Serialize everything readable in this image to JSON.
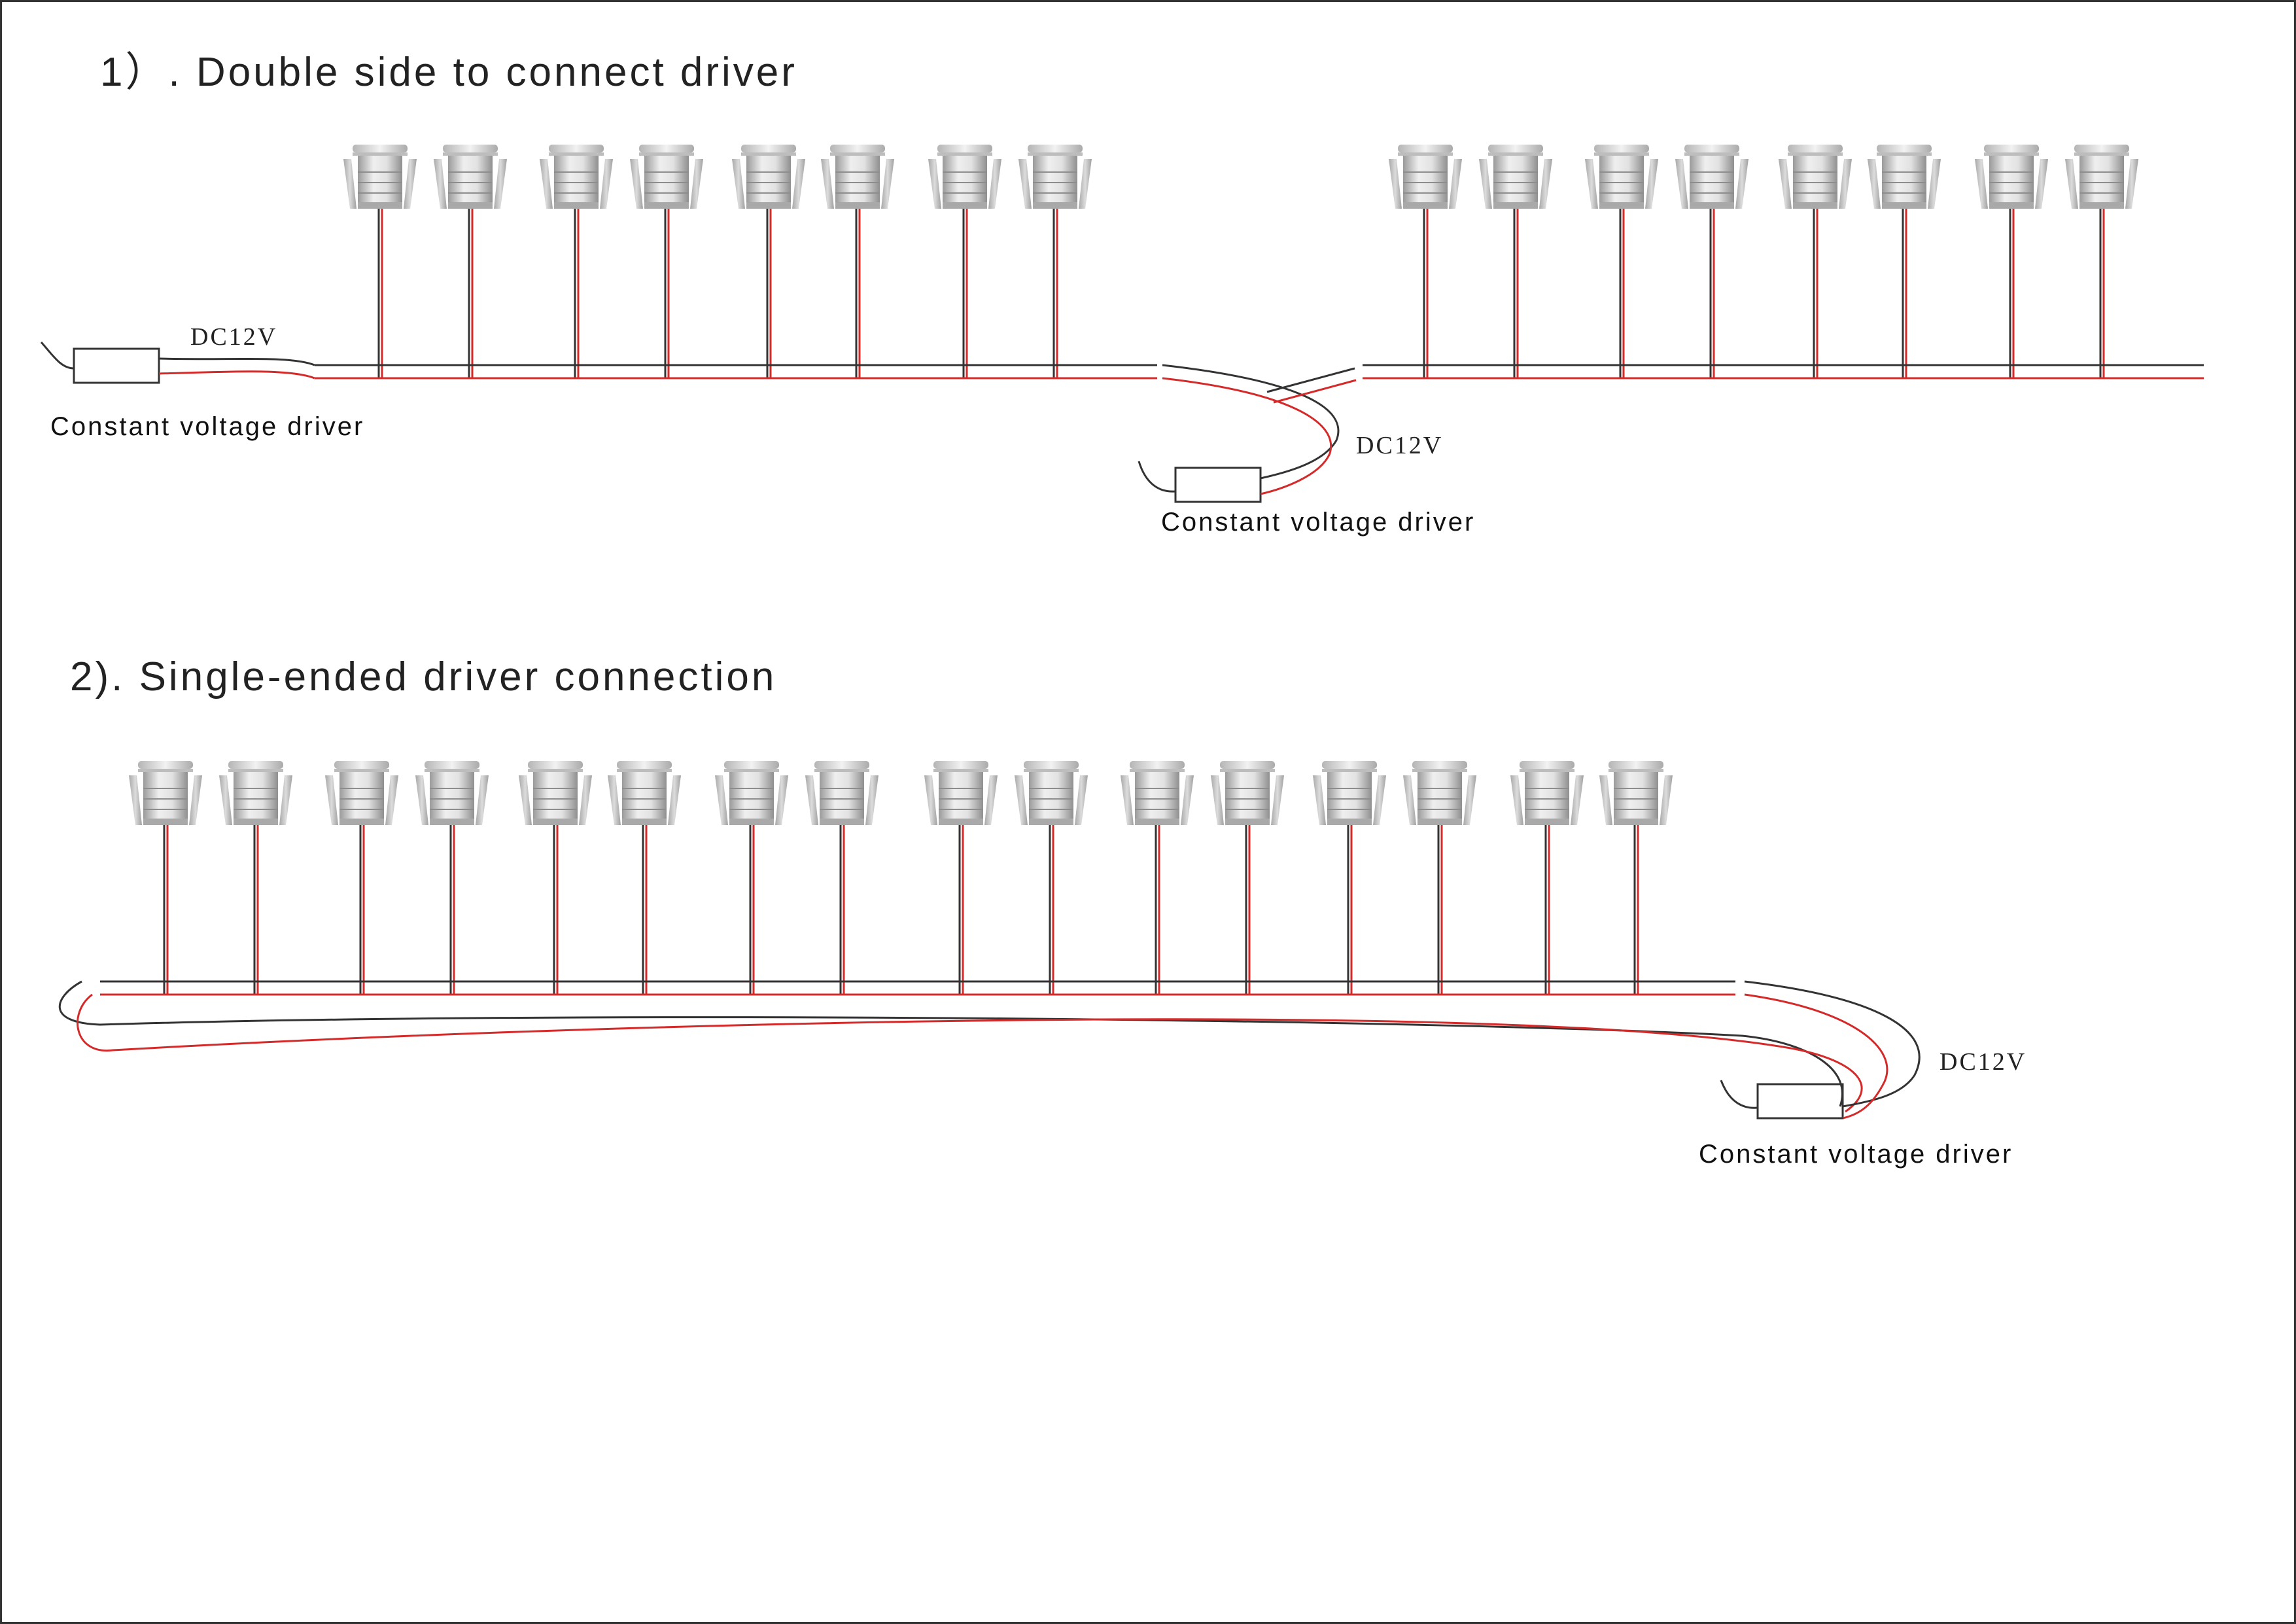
{
  "section1": {
    "title": "1）. Double side to connect driver",
    "voltage_left": "DC12V",
    "voltage_right": "DC12V",
    "driver_left_label": "Constant voltage driver",
    "driver_right_label": "Constant voltage driver",
    "lights_per_group": 8
  },
  "section2": {
    "title": "2). Single-ended driver connection",
    "voltage": "DC12V",
    "driver_label": "Constant voltage driver",
    "light_count": 16
  },
  "colors": {
    "positive_wire": "#d42a2a",
    "negative_wire": "#333333",
    "light_body": "#c9c9c9",
    "frame": "#333333"
  },
  "icons": {
    "light": "led-downlight-icon",
    "driver": "driver-box-icon"
  }
}
